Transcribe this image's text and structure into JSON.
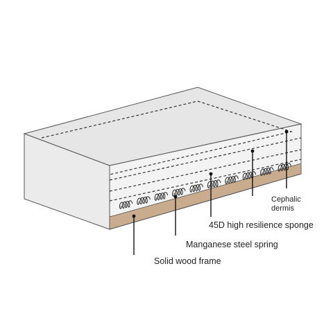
{
  "labels": {
    "cephalic_dermis_line1": "Cephalic",
    "cephalic_dermis_line2": "dermis",
    "sponge": "45D high resilience sponge",
    "spring": "Manganese steel spring",
    "frame": "Solid wood frame"
  },
  "colors": {
    "outline": "#555555",
    "top_face": "#e6e6e6",
    "left_face": "#ebebeb",
    "front_face": "#f3f3f3",
    "right_face": "#f6f6f6",
    "wood": "#c9ab8e",
    "leader": "#111111"
  }
}
